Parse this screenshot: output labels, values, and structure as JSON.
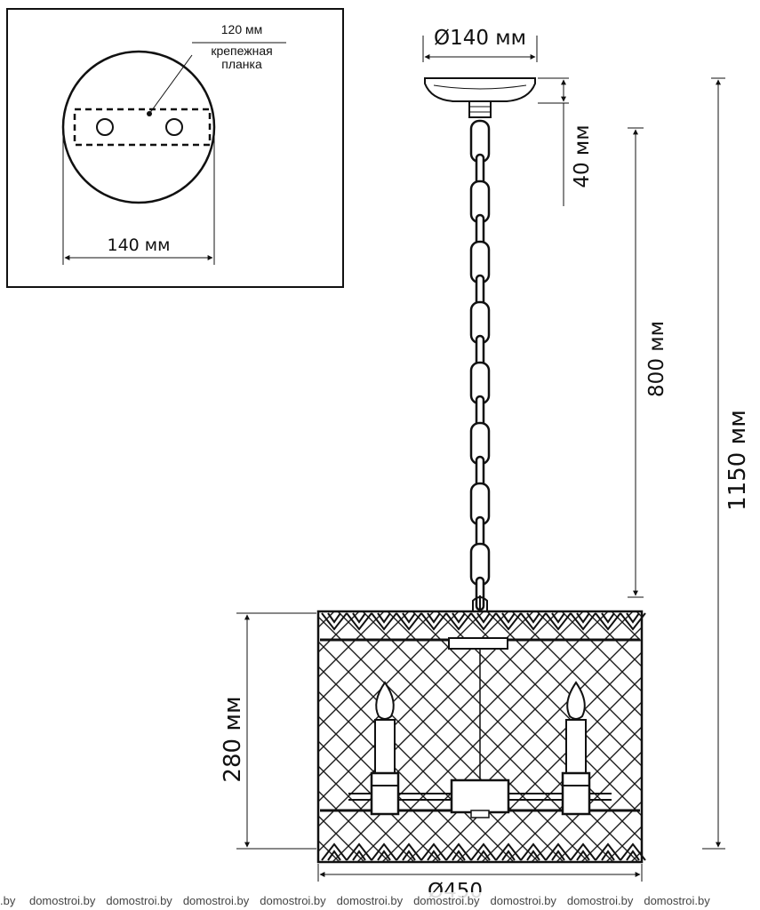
{
  "inset": {
    "bracket_width_label": "120 мм",
    "bracket_label_line1": "крепежная",
    "bracket_label_line2": "планка",
    "base_width_label": "140 мм"
  },
  "dimensions": {
    "canopy_diameter": "Ø140 мм",
    "canopy_height": "40 мм",
    "chain_length": "800 мм",
    "total_height": "1150 мм",
    "shade_height": "280 мм",
    "shade_diameter": "Ø450"
  },
  "watermark": {
    "text": "domostroi.by",
    "repeat": 9,
    "lead": ".by"
  }
}
